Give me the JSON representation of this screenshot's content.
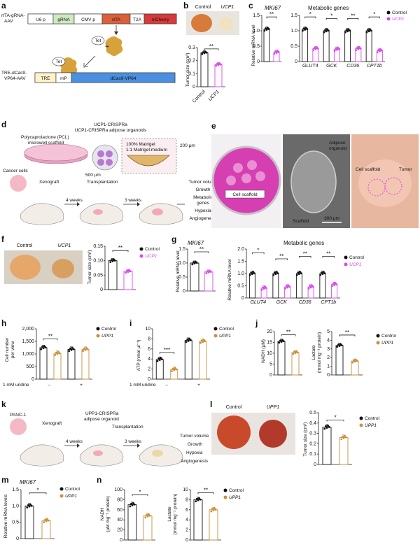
{
  "panels": {
    "a": {
      "label": "a",
      "construct1_name": [
        "rtTA-gRNA-",
        "AAV"
      ],
      "construct1_parts": [
        "U6 p",
        "gRNA",
        "CMV p",
        "rtTA",
        "T2A",
        "mCherry"
      ],
      "tet_label": "Tet",
      "plus": "+",
      "construct2_name": [
        "TRE-dCas9-",
        "VP64-AAV"
      ],
      "construct2_parts": [
        "TRE",
        "mP",
        "dCas9-VP64"
      ]
    },
    "b": {
      "label": "b",
      "photo_labels": [
        "Control",
        "UCP1"
      ],
      "y_label": "Tumor size (cm³)",
      "y_ticks": [
        "0",
        "0.1",
        "0.2",
        "0.3"
      ],
      "x_labels": [
        "Control",
        "UCP1"
      ],
      "sig": "**"
    },
    "c": {
      "label": "c",
      "title_left": "MKI67",
      "title_right": "Metabolic genes",
      "y_label": "Relative mRNA level",
      "y_ticks": [
        "0",
        "0.5",
        "1.0",
        "1.5"
      ],
      "genes": [
        "GLUT4",
        "GCK",
        "CD36",
        "CPT1b"
      ],
      "sigs": [
        "**",
        "*",
        "*",
        "**",
        "*"
      ],
      "legend": [
        "Control",
        "UCP1"
      ]
    },
    "d": {
      "label": "d",
      "title": "UCP1-CRISPRa adipose organoids",
      "scaffold_label": [
        "Polycaprolactone (PCL)",
        "microwell scaffold"
      ],
      "matrigel_label": [
        "100% Matrigel",
        "1:1 Matrigel:medium"
      ],
      "dim_200": "200 µm",
      "dim_500": "500 µm",
      "cancer_cells": "Cancer cells",
      "xenograft": "Xenograft",
      "transplantation": "Transplantation",
      "weeks4": "4 weeks",
      "weeks3": "3 weeks",
      "readouts": [
        "Tumor volume",
        "Growth",
        "Metabolic",
        "genes",
        "Hypoxia",
        "Angiogenesis"
      ]
    },
    "e": {
      "label": "e",
      "cell_scaffold": "Cell scaffold",
      "adipose_organoid": [
        "Adipose",
        "organoid"
      ],
      "scaffold": "Scaffold",
      "scale": "300 µm",
      "cell_scaffold2": "Cell scaffold",
      "tumor": "Tumor"
    },
    "f": {
      "label": "f",
      "photo_labels": [
        "Control",
        "UCP1"
      ],
      "y_label": "Tumor size (cm³)",
      "y_ticks": [
        "0",
        "0.05",
        "0.10",
        "0.15"
      ],
      "sig": "**",
      "legend": [
        "Control",
        "UCP1"
      ]
    },
    "g": {
      "label": "g",
      "title_left": "MKI67",
      "title_right": "Metabolic genes",
      "y_label_left": "Relative mRNA level",
      "y_ticks_left": [
        "0",
        "0.5",
        "1.0",
        "1.5"
      ],
      "y_label_right": "Relative mRNA level",
      "y_ticks_right": [
        "0",
        "0.5",
        "1.0",
        "1.5",
        "2.0"
      ],
      "genes": [
        "GLUT4",
        "GCK",
        "CD36",
        "CPT1b"
      ],
      "sigs": [
        "**",
        "*",
        "**",
        "**",
        "**"
      ],
      "legend": [
        "Control",
        "UCP1"
      ]
    },
    "h": {
      "label": "h",
      "y_label": [
        "Cell number",
        "per view"
      ],
      "y_ticks": [
        "0",
        "500",
        "1,000",
        "1,500",
        "2,000"
      ],
      "uridine": "1 mM uridine",
      "signs": [
        "–",
        "+"
      ],
      "sig": "**",
      "legend": [
        "Control",
        "UPP1"
      ]
    },
    "i": {
      "label": "i",
      "y_label": "ATP (nmol µl⁻¹)",
      "y_ticks": [
        "0",
        "2",
        "4",
        "6",
        "8",
        "10"
      ],
      "uridine": "1 mM uridine",
      "signs": [
        "–",
        "+"
      ],
      "sig": "***",
      "legend": [
        "Control",
        "UPP1"
      ]
    },
    "j": {
      "label": "j",
      "y_label_nadh": "NADH (µM)",
      "y_ticks_nadh": [
        "0",
        "5",
        "10",
        "15",
        "20"
      ],
      "y_label_lac": [
        "Lactate",
        "(mmol mg⁻¹ protein)"
      ],
      "y_ticks_lac": [
        "0",
        "1",
        "2",
        "3",
        "4",
        "5"
      ],
      "sigs": [
        "**",
        "**"
      ],
      "legend": [
        "Control",
        "UPP1"
      ]
    },
    "k": {
      "label": "k",
      "panc": "PANC-1",
      "organoid": [
        "UPP1-CRISPRa",
        "adipose organoid"
      ],
      "xenograft": "Xenograft",
      "transplantation": "Transplantation",
      "weeks4": "4 weeks",
      "weeks3": "3 weeks",
      "readouts": [
        "Tumor volume",
        "Growth",
        "Hypoxia",
        "Angiogenesis"
      ]
    },
    "l": {
      "label": "l",
      "photo_labels": [
        "Control",
        "UPP1"
      ],
      "y_label": "Tumor size (cm³)",
      "y_ticks": [
        "0",
        "0.1",
        "0.2",
        "0.3",
        "0.4",
        "0.5"
      ],
      "sig": "*",
      "legend": [
        "Control",
        "UPP1"
      ]
    },
    "m": {
      "label": "m",
      "title": "MKI67",
      "y_label": "Relative mRNA levels",
      "y_ticks": [
        "0",
        "0.5",
        "1.0",
        "1.5"
      ],
      "sig": "*",
      "legend": [
        "Control",
        "UPP1"
      ]
    },
    "n": {
      "label": "n",
      "y_label_nadh": [
        "NADH",
        "(µM mg⁻¹ protein)"
      ],
      "y_ticks_nadh": [
        "0",
        "20",
        "40",
        "60",
        "80",
        "100"
      ],
      "y_label_lac": [
        "Lactate",
        "(mmol mg⁻¹ protein)"
      ],
      "y_ticks_lac": [
        "0",
        "2",
        "4",
        "6",
        "8",
        "10"
      ],
      "sigs": [
        "*",
        "**"
      ],
      "legend": [
        "Control",
        "UPP1"
      ]
    }
  },
  "colors": {
    "control": "#111111",
    "ucp1": "#d946ef",
    "upp1": "#c8903c",
    "dish": "#d63fb2",
    "tissue": "#f2b8a8"
  },
  "chart_data": [
    {
      "panel": "b",
      "type": "bar",
      "categories": [
        "Control",
        "UCP1"
      ],
      "values": [
        0.26,
        0.17
      ],
      "ylim": [
        0,
        0.3
      ]
    },
    {
      "panel": "c-MKI67",
      "type": "bar",
      "categories": [
        "Control",
        "UCP1"
      ],
      "values": [
        1.05,
        0.3
      ],
      "ylim": [
        0,
        1.5
      ]
    },
    {
      "panel": "c-metabolic",
      "type": "bar",
      "categories": [
        "GLUT4",
        "GCK",
        "CD36",
        "CPT1b"
      ],
      "series": [
        {
          "name": "Control",
          "values": [
            1.05,
            1.0,
            1.0,
            1.0
          ]
        },
        {
          "name": "UCP1",
          "values": [
            0.42,
            0.4,
            0.42,
            0.35
          ]
        }
      ],
      "ylim": [
        0,
        1.5
      ]
    },
    {
      "panel": "f",
      "type": "bar",
      "categories": [
        "Control",
        "UCP1"
      ],
      "values": [
        0.1,
        0.063
      ],
      "ylim": [
        0,
        0.15
      ]
    },
    {
      "panel": "g-MKI67",
      "type": "bar",
      "categories": [
        "Control",
        "UCP1"
      ],
      "values": [
        1.0,
        0.68
      ],
      "ylim": [
        0,
        1.5
      ]
    },
    {
      "panel": "g-metabolic",
      "type": "bar",
      "categories": [
        "GLUT4",
        "GCK",
        "CD36",
        "CPT1b"
      ],
      "series": [
        {
          "name": "Control",
          "values": [
            1.0,
            1.0,
            1.0,
            1.0
          ]
        },
        {
          "name": "UCP1",
          "values": [
            0.4,
            0.45,
            0.45,
            0.55
          ]
        }
      ],
      "ylim": [
        0,
        2.0
      ]
    },
    {
      "panel": "h",
      "type": "bar",
      "categories": [
        "– Control",
        "– UPP1",
        "+ Control",
        "+ UPP1"
      ],
      "values": [
        1250,
        1020,
        1180,
        1180
      ],
      "ylim": [
        0,
        2000
      ]
    },
    {
      "panel": "i",
      "type": "bar",
      "categories": [
        "– Control",
        "– UPP1",
        "+ Control",
        "+ UPP1"
      ],
      "values": [
        3.9,
        1.9,
        7.7,
        7.5
      ],
      "ylim": [
        0,
        10
      ]
    },
    {
      "panel": "j-NADH",
      "type": "bar",
      "categories": [
        "Control",
        "UPP1"
      ],
      "values": [
        15.5,
        10.3
      ],
      "ylim": [
        0,
        20
      ]
    },
    {
      "panel": "j-lactate",
      "type": "bar",
      "categories": [
        "Control",
        "UPP1"
      ],
      "values": [
        3.4,
        1.6
      ],
      "ylim": [
        0,
        5
      ]
    },
    {
      "panel": "l",
      "type": "bar",
      "categories": [
        "Control",
        "UPP1"
      ],
      "values": [
        0.36,
        0.26
      ],
      "ylim": [
        0,
        0.5
      ]
    },
    {
      "panel": "m",
      "type": "bar",
      "categories": [
        "Control",
        "UPP1"
      ],
      "values": [
        1.0,
        0.55
      ],
      "ylim": [
        0,
        1.5
      ]
    },
    {
      "panel": "n-NADH",
      "type": "bar",
      "categories": [
        "Control",
        "UPP1"
      ],
      "values": [
        70,
        48
      ],
      "ylim": [
        0,
        100
      ]
    },
    {
      "panel": "n-lactate",
      "type": "bar",
      "categories": [
        "Control",
        "UPP1"
      ],
      "values": [
        8.0,
        6.0
      ],
      "ylim": [
        0,
        10
      ]
    }
  ]
}
